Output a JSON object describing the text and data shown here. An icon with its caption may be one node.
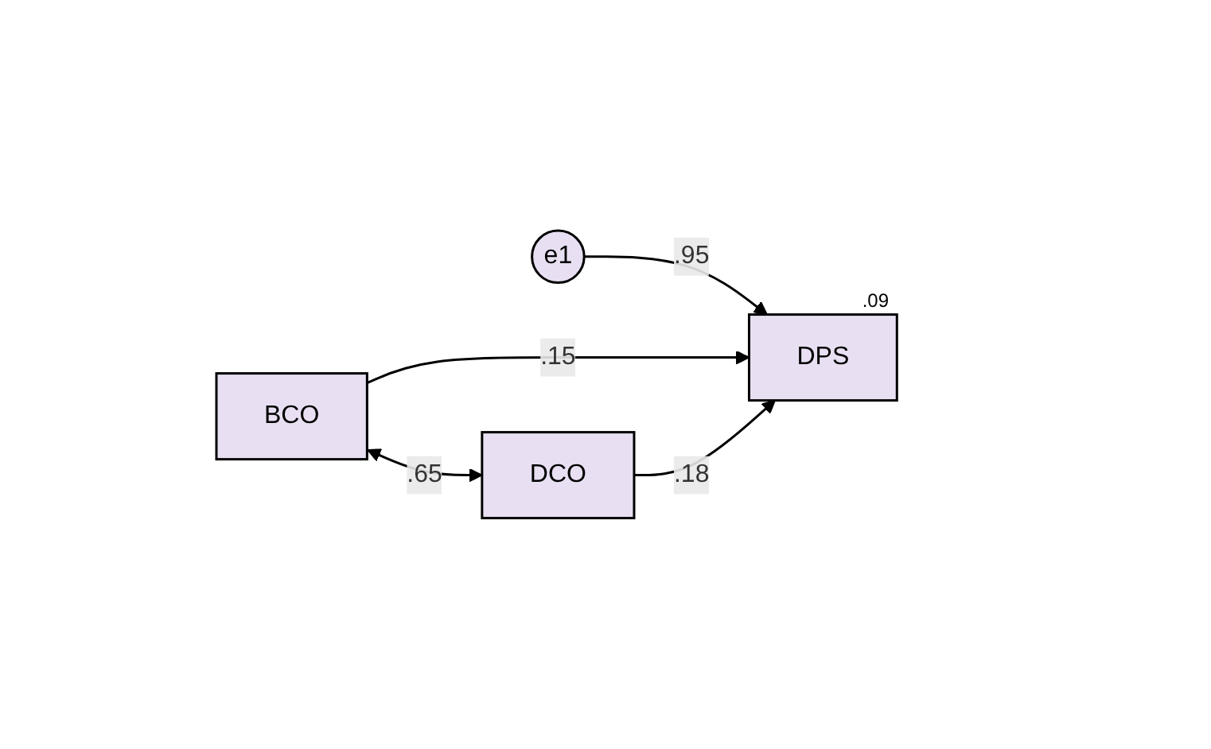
{
  "diagram": {
    "nodes": [
      {
        "text": [
          "e1"
        ]
      },
      {
        "text": [
          "BCO"
        ]
      },
      {
        "text": [
          "DPS"
        ],
        "beside": [
          ".09"
        ]
      },
      {
        "text": [
          "DCO"
        ]
      }
    ],
    "edges": [
      {
        "from": 0,
        "to": 2,
        "arrow": "to",
        "label": ".95"
      },
      {
        "from": 1,
        "to": 2,
        "arrow": "to",
        "label": ".15"
      },
      {
        "from": 3,
        "to": 2,
        "arrow": "to",
        "label": ".18"
      },
      {
        "from": 1,
        "to": 3,
        "arrow": "both",
        "label": ".65"
      }
    ]
  }
}
